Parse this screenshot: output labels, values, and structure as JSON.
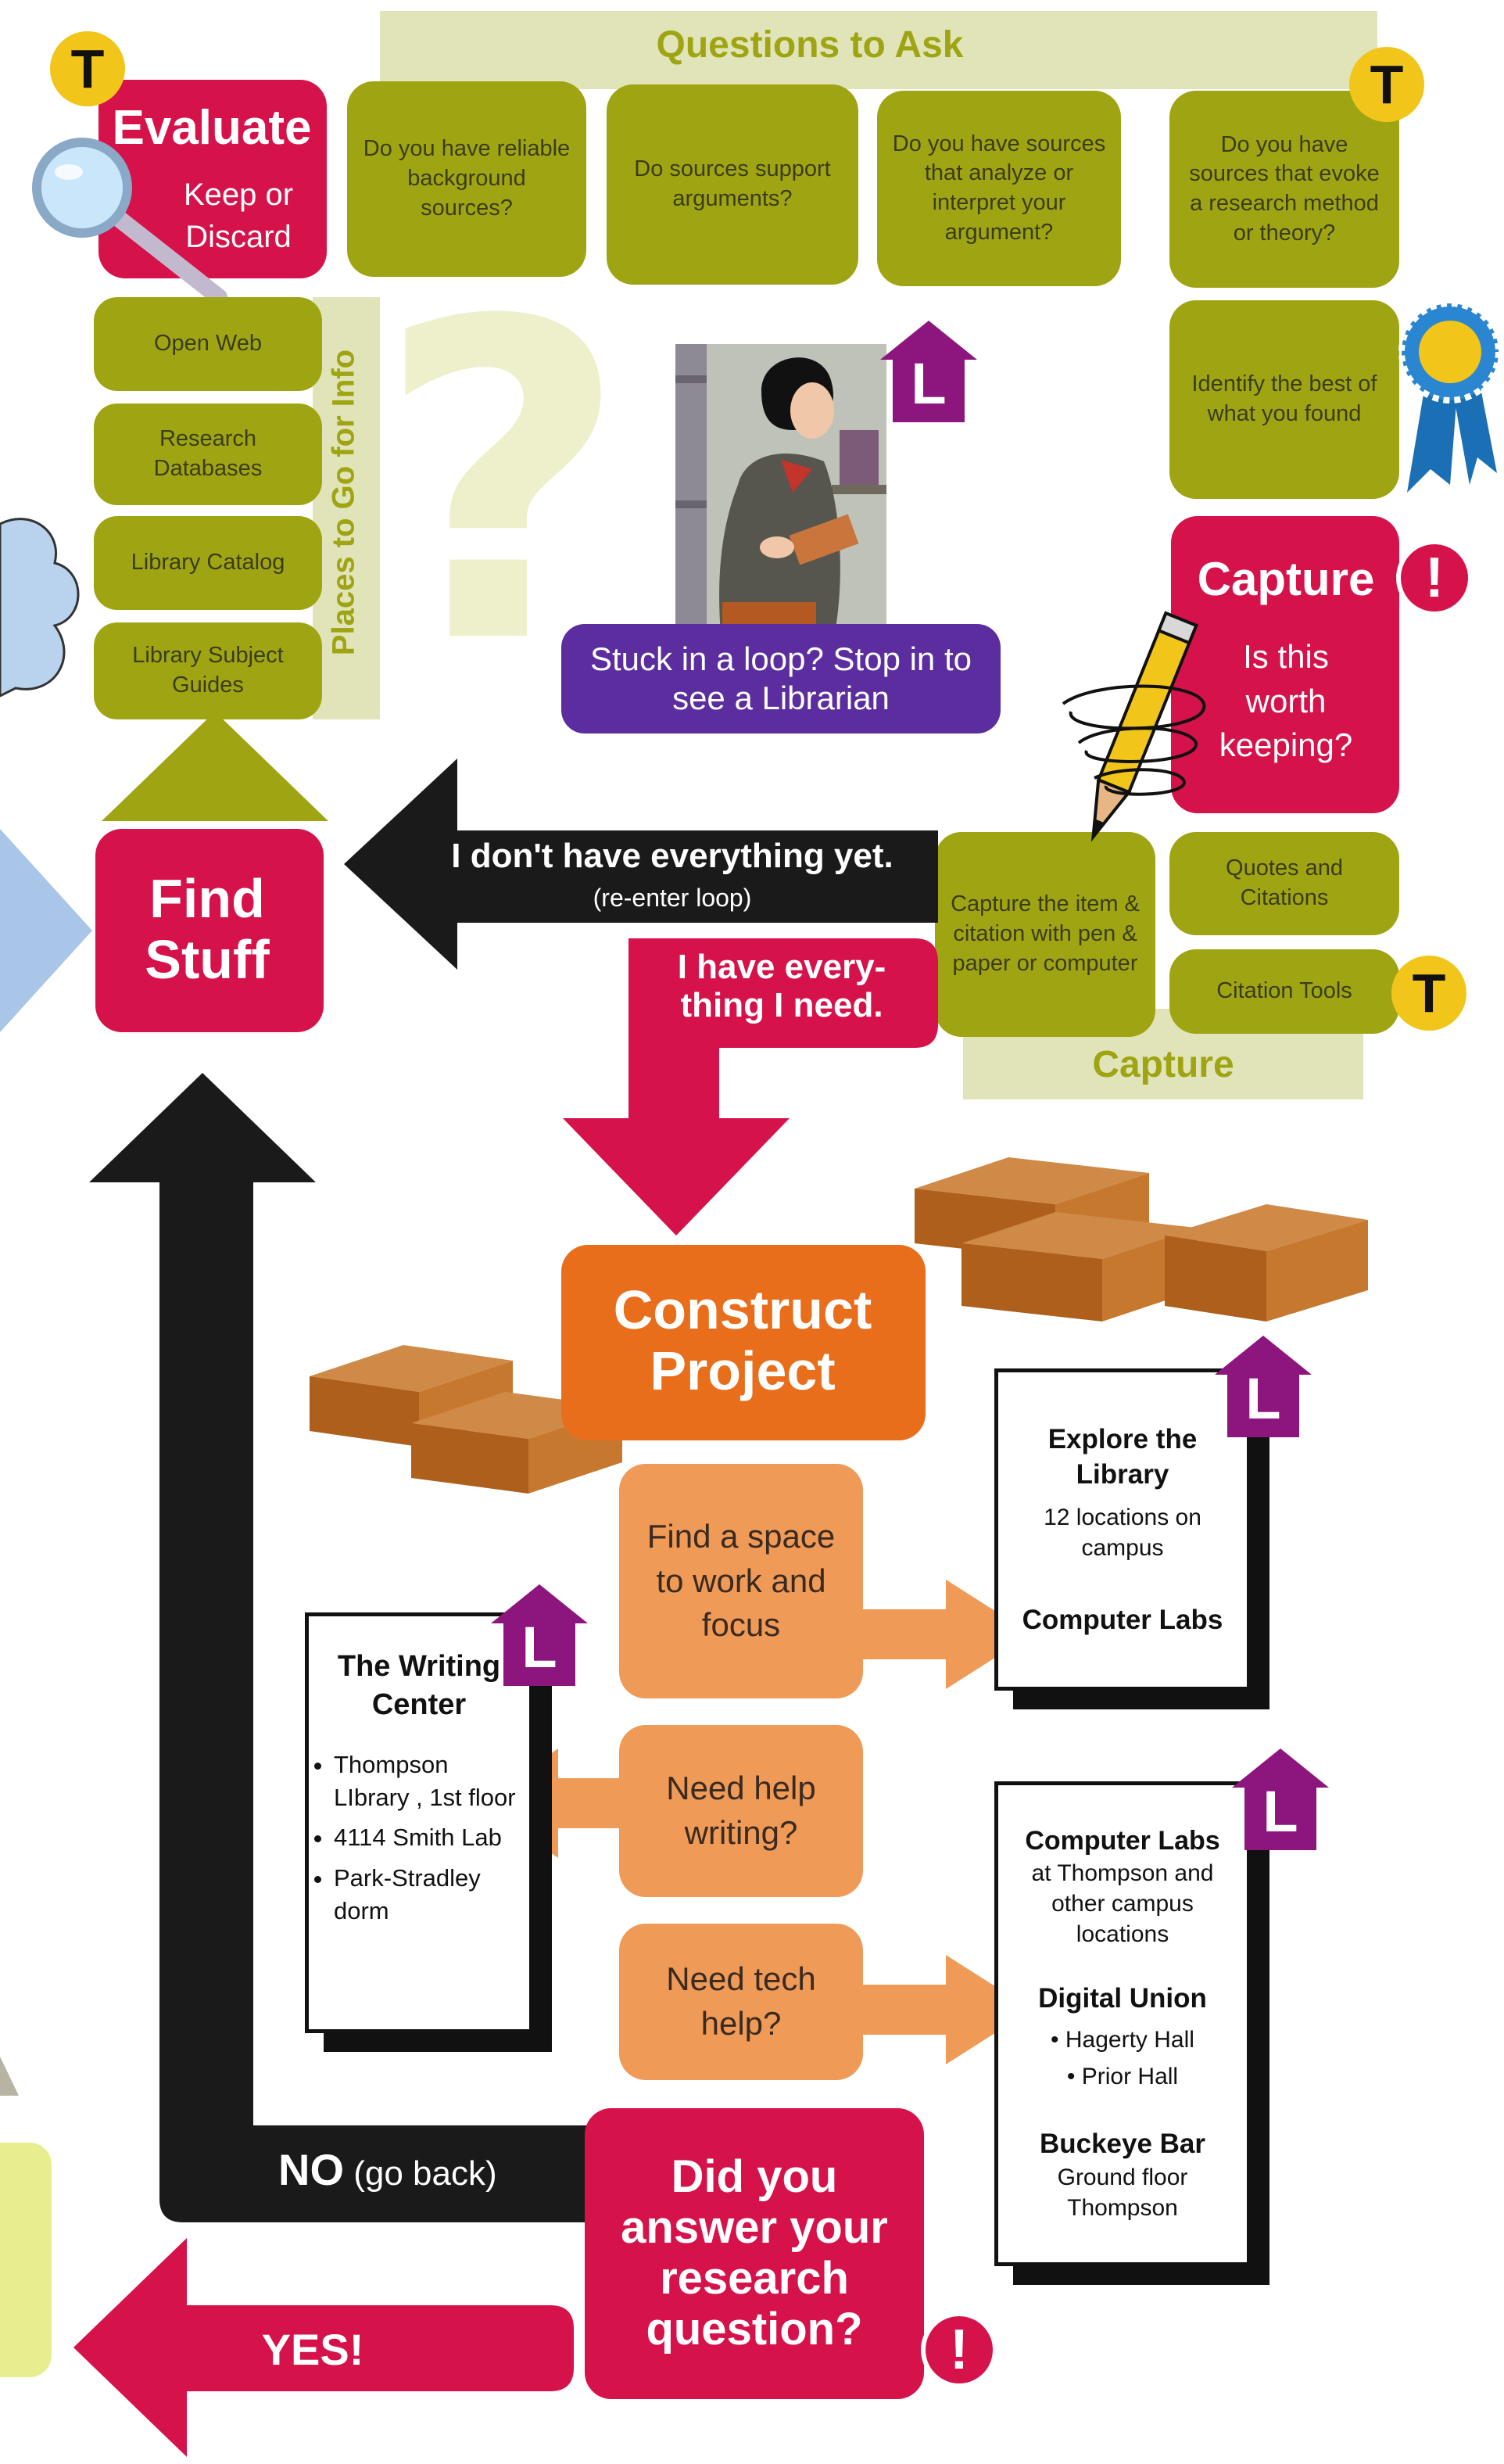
{
  "questions": {
    "header": "Questions to Ask",
    "items": [
      "Do you have reliable background sources?",
      "Do sources support arguments?",
      "Do you have sources that analyze or interpret your argument?",
      "Do you have sources that evoke a research method or theory?"
    ],
    "identify": "Identify the best of what you found"
  },
  "evaluate": {
    "title": "Evaluate",
    "subtitle": "Keep or Discard"
  },
  "places": {
    "header": "Places to Go for Info",
    "items": [
      "Open Web",
      "Research Databases",
      "Library Catalog",
      "Library Subject Guides"
    ]
  },
  "librarian": {
    "text": "Stuck in a loop? Stop in to see a Librarian"
  },
  "capture": {
    "title": "Capture",
    "subtitle": "Is this worth keeping?",
    "band_label": "Capture",
    "items": [
      "Capture the item & citation with pen & paper or computer",
      "Quotes and Citations",
      "Citation Tools"
    ]
  },
  "find": {
    "title": "Find Stuff"
  },
  "loop_arrow": {
    "main": "I don't have everything yet.",
    "sub": "(re-enter loop)"
  },
  "have_everything": "I have every-thing I need.",
  "construct": {
    "title": "Construct Project"
  },
  "steps": [
    "Find a space to work and focus",
    "Need help writing?",
    "Need tech help?"
  ],
  "explore": {
    "title": "Explore the Library",
    "detail": "12 locations on campus",
    "labs": "Computer Labs"
  },
  "writing": {
    "title": "The Writing Center",
    "items": [
      "Thompson LIbrary , 1st floor",
      "4114 Smith Lab",
      "Park-Stradley dorm"
    ]
  },
  "tech": {
    "labs_title": "Computer Labs",
    "labs_detail": "at Thompson and other campus locations",
    "du_title": "Digital Union",
    "du_items": [
      "Hagerty Hall",
      "Prior Hall"
    ],
    "bb_title": "Buckeye Bar",
    "bb_detail": "Ground floor Thompson"
  },
  "question": {
    "text": "Did you answer your research question?"
  },
  "no": {
    "bold": "NO",
    "rest": "(go back)"
  },
  "yes": "YES!",
  "badges": {
    "t": "T",
    "l": "L",
    "ex": "!"
  },
  "colors": {
    "olive": "#9fa512",
    "pink": "#d5124a",
    "orange": "#e86e1c",
    "peach": "#ef9a57",
    "purple": "#5b2d9f",
    "black": "#1a1a1a",
    "tan": "#e1e4b8",
    "gold": "#f2c51a"
  }
}
